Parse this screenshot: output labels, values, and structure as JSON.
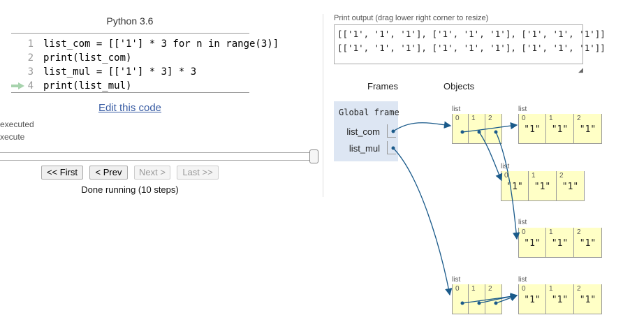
{
  "code_panel": {
    "language": "Python 3.6",
    "lines": [
      {
        "num": "1",
        "text": "list_com = [['1'] * 3 for n in range(3)]"
      },
      {
        "num": "2",
        "text": "print(list_com)"
      },
      {
        "num": "3",
        "text": "list_mul = [['1'] * 3] * 3"
      },
      {
        "num": "4",
        "text": "print(list_mul)"
      }
    ],
    "edit_link": "Edit this code",
    "legend_executed": "executed",
    "legend_execute": "xecute",
    "status": "Done running (10 steps)"
  },
  "nav": {
    "first": "<< First",
    "prev": "< Prev",
    "next": "Next >",
    "last": "Last >>"
  },
  "output": {
    "label": "Print output (drag lower right corner to resize)",
    "text": "[['1', '1', '1'], ['1', '1', '1'], ['1', '1', '1']]\n[['1', '1', '1'], ['1', '1', '1'], ['1', '1', '1']]"
  },
  "viz": {
    "frames_header": "Frames",
    "objects_header": "Objects",
    "frame_title": "Global frame",
    "vars": [
      "list_com",
      "list_mul"
    ],
    "list_label": "list",
    "indices": [
      "0",
      "1",
      "2"
    ],
    "str_value": "\"1\""
  },
  "colors": {
    "arrow": "#1a5a8a",
    "heap_cell": "#ffffc6",
    "frame_bg": "#dde6f3",
    "link": "#3a5da4",
    "arrow_marker": "#7bbf86"
  }
}
